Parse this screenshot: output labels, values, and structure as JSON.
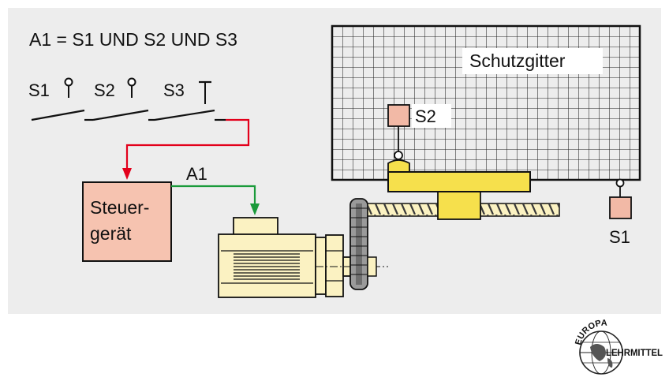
{
  "equation": "A1 = S1 UND S2 UND S3",
  "switches": {
    "s1": "S1",
    "s2": "S2",
    "s3": "S3"
  },
  "controller": {
    "line1": "Steuer-",
    "line2": "gerät"
  },
  "output_signal": "A1",
  "guard": {
    "label": "Schutzgitter",
    "sensor_s2": "S2",
    "sensor_s1": "S1"
  },
  "logo": {
    "text_top": "EUROPA",
    "text_side": "LEHRMITTEL"
  },
  "colors": {
    "panel": "#ededed",
    "box_fill": "#f6c3b0",
    "sensor_fill": "#f2b9a6",
    "machine_fill": "#fbf2c2",
    "slide_fill": "#f6e04c",
    "line_red": "#e3001b",
    "line_green": "#1a9a3a",
    "grid": "#222222"
  }
}
